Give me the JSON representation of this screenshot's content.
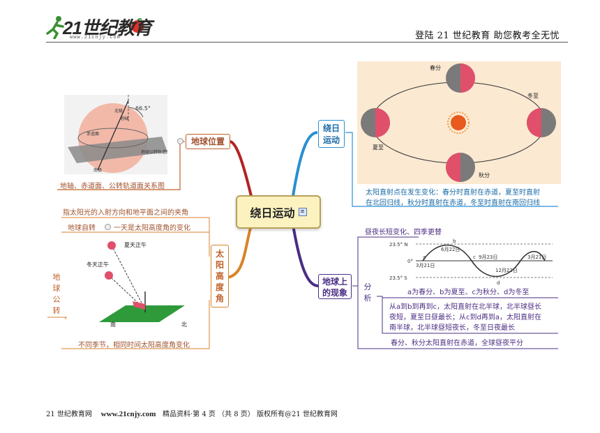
{
  "header": {
    "logo_text": "21世纪教育",
    "logo_url": "www.21cnjy.com",
    "right_text": "登陆 21 世纪教育   助您教考全无忧"
  },
  "center": {
    "label": "绕日运动"
  },
  "left_top": {
    "node": "地球位置",
    "caption": "地轴、赤道面、公转轨道面关系图",
    "diagram": {
      "angle": "66.5°",
      "north_pole": "北极",
      "axis": "地轴",
      "equator": "赤道面",
      "south_pole": "南极",
      "orbit_plane": "地球公转轨道面"
    }
  },
  "left_bottom": {
    "node_chars": [
      "太",
      "阳",
      "高",
      "度",
      "角"
    ],
    "definition": "指太阳光的入射方向和地平面之间的夹角",
    "rotation_label": "地球自转",
    "rotation_text": "一天是太阳高度角的变化",
    "revolution_chars": [
      "地",
      "球",
      "公",
      "转"
    ],
    "caption": "不同季节，相同时间太阳高度角变化",
    "diagram": {
      "summer": "夏天正午",
      "winter": "冬天正午",
      "south": "南",
      "north": "北"
    }
  },
  "right_top": {
    "node": [
      "绕日",
      "运动"
    ],
    "caption_lines": [
      "太阳直射点在发生变化：春分时直射在赤道，夏至时直射",
      "在北回归线，秋分时直射在赤道，冬至时直射在南回归线"
    ],
    "diagram": {
      "spring": "春分",
      "summer": "夏至",
      "autumn": "秋分",
      "winter": "冬至"
    }
  },
  "right_bottom": {
    "node": [
      "地球上",
      "的现象"
    ],
    "title": "昼夜长短变化、四季更替",
    "analysis_chars": [
      "分",
      "析"
    ],
    "legend_text": "a为春分、b为夏至、c为秋分、d为冬至",
    "detail_lines": [
      "从a到b到再到c，太阳直射在北半球，北半球昼长",
      "夜短，夏至日昼最长；从c到d再到a，太阳直射在",
      "南半球，北半球昼短夜长，冬至日夜最长"
    ],
    "equinox_text": "春分、秋分太阳直射在赤道，全球昼夜平分",
    "graph": {
      "y_top": "23.5° N",
      "y_mid": "0°",
      "y_bot": "23.5° S",
      "a": "a",
      "b": "b",
      "c": "c",
      "d": "d",
      "mar21_left": "3月21日",
      "jun22": "6月22日",
      "sep23": "9月23日",
      "dec22": "12月22日",
      "mar21_right": "3月21日"
    }
  },
  "footer": {
    "site": "21 世纪教育网",
    "url": "www.21cnjy.com",
    "rest": "精品资料·第 4 页 （共 8 页） 版权所有@21 世纪教育网"
  },
  "colors": {
    "orange": "#c0602a",
    "blue": "#2a8fd0",
    "purple": "#4b2d83",
    "red": "#c0392b"
  }
}
